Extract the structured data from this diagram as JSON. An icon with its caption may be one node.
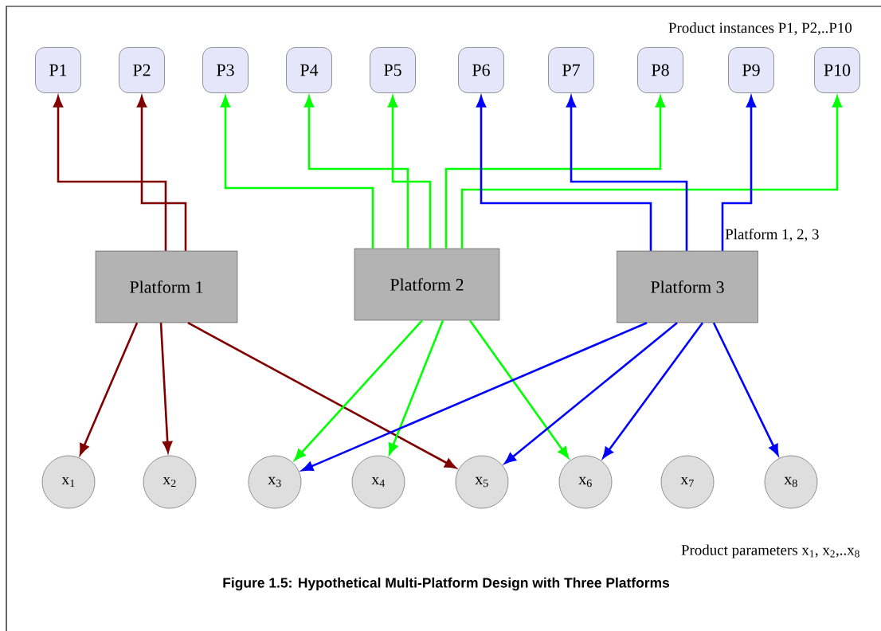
{
  "diagram": {
    "caption": "Figure 1.5: Hypothetical Multi-Platform Design with Three Platforms",
    "nodes": [
      {
        "text": [
          "P1"
        ]
      },
      {
        "text": [
          "P2"
        ]
      },
      {
        "text": [
          "P3"
        ]
      },
      {
        "text": [
          "P4"
        ]
      },
      {
        "text": [
          "P5"
        ]
      },
      {
        "text": [
          "P6"
        ]
      },
      {
        "text": [
          "P7"
        ]
      },
      {
        "text": [
          "P8"
        ]
      },
      {
        "text": [
          "P9"
        ]
      },
      {
        "text": [
          "P10"
        ]
      },
      {
        "text": [
          "Platform 1"
        ]
      },
      {
        "text": [
          "Platform 2"
        ]
      },
      {
        "text": [
          "Platform 3"
        ]
      },
      {
        "text": [
          "x$_{1}$"
        ]
      },
      {
        "text": [
          "x$_{2}$"
        ]
      },
      {
        "text": [
          "x$_{3}$"
        ]
      },
      {
        "text": [
          "x$_{4}$"
        ]
      },
      {
        "text": [
          "x$_{5}$"
        ]
      },
      {
        "text": [
          "x$_{6}$"
        ]
      },
      {
        "text": [
          "x$_{7}$"
        ]
      },
      {
        "text": [
          "x$_{8}$"
        ]
      }
    ],
    "edges": [
      {
        "from": 10,
        "to": 0,
        "arrow": "to",
        "color": "#800000"
      },
      {
        "from": 10,
        "to": 1,
        "arrow": "to",
        "color": "#800000"
      },
      {
        "from": 11,
        "to": 2,
        "arrow": "to"
      },
      {
        "from": 11,
        "to": 3,
        "arrow": "to"
      },
      {
        "from": 11,
        "to": 4,
        "arrow": "to"
      },
      {
        "from": 11,
        "to": 7,
        "arrow": "to"
      },
      {
        "from": 11,
        "to": 9,
        "arrow": "to"
      },
      {
        "from": 12,
        "to": 5,
        "arrow": "to",
        "color": "#0000ff"
      },
      {
        "from": 12,
        "to": 6,
        "arrow": "to",
        "color": "#0000ff"
      },
      {
        "from": 12,
        "to": 8,
        "arrow": "to",
        "color": "#0000ff"
      },
      {
        "from": 10,
        "to": 13,
        "arrow": "to",
        "color": "#800000"
      },
      {
        "from": 10,
        "to": 14,
        "arrow": "to",
        "color": "#800000"
      },
      {
        "from": 10,
        "to": 17,
        "arrow": "to",
        "color": "#800000"
      },
      {
        "from": 11,
        "to": 15,
        "arrow": "to"
      },
      {
        "from": 11,
        "to": 16,
        "arrow": "to"
      },
      {
        "from": 11,
        "to": 18,
        "arrow": "to"
      },
      {
        "from": 12,
        "to": 15,
        "arrow": "to",
        "color": "#0000ff"
      },
      {
        "from": 12,
        "to": 17,
        "arrow": "to",
        "color": "#0000ff"
      },
      {
        "from": 12,
        "to": 18,
        "arrow": "to",
        "color": "#0000ff"
      },
      {
        "from": 12,
        "to": 20,
        "arrow": "to",
        "color": "#0000ff"
      }
    ],
    "labels": [
      "Product instances P1, P2,..P10",
      "Platform 1, 2, 3",
      "Product parameters x$_{1}$, x$_{2}$,..x$_{8}$"
    ]
  }
}
